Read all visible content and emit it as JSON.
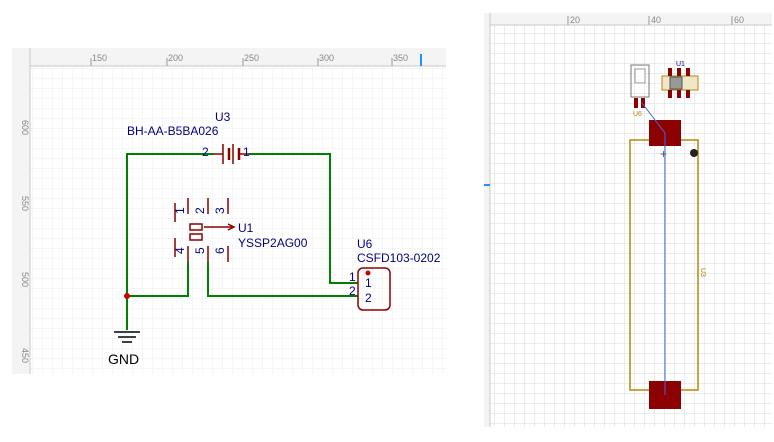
{
  "schematic": {
    "ruler_top": [
      "150",
      "200",
      "250",
      "300",
      "350"
    ],
    "ruler_left": [
      "600",
      "550",
      "500",
      "450"
    ],
    "battery": {
      "ref": "U3",
      "part": "BH-AA-B5BA026",
      "pin_left": "2",
      "pin_right": "1"
    },
    "switch": {
      "ref": "U1",
      "part": "YSSP2AG00",
      "pins_top": [
        "1",
        "2",
        "3"
      ],
      "pins_bottom": [
        "4",
        "5",
        "6"
      ]
    },
    "motor": {
      "ref": "U6",
      "part": "CSFD103-0202",
      "pin_outer_1": "1",
      "pin_outer_2": "2",
      "pin_inner_1": "1",
      "pin_inner_2": "2"
    },
    "ground_label": "GND"
  },
  "pcb": {
    "ruler_top": [
      "20",
      "40",
      "60"
    ],
    "u1_label": "U1",
    "u3_label": "U3",
    "u6_label": "U6",
    "plus": "+"
  },
  "colors": {
    "wire": "#008000",
    "component": "#8b0000",
    "text": "#000080",
    "pad": "#8b0000",
    "silk": "#b8860b",
    "ratsnest": "#4169e1"
  }
}
